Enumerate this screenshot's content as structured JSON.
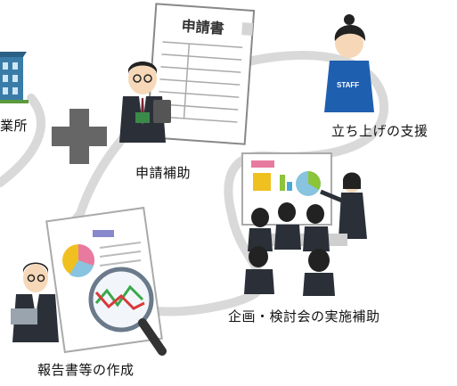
{
  "labels": {
    "office": "業所",
    "application_support": "申請補助",
    "startup_support": "立ち上げの支援",
    "planning_support": "企画・検討会の実施補助",
    "report_creation": "報告書等の作成"
  },
  "illustrations": {
    "form_title": "申請書",
    "staff_text": "STAFF"
  },
  "icons": [
    "building-icon",
    "plus-icon",
    "application-form-icon",
    "businessman-calculator-icon",
    "staff-woman-icon",
    "presentation-meeting-icon",
    "report-magnifier-icon",
    "businessman-laptop-icon"
  ],
  "colors": {
    "path": "#d9d9d9",
    "plus": "#666666",
    "staff_blue": "#1f5fb0",
    "suit": "#2b3038"
  }
}
